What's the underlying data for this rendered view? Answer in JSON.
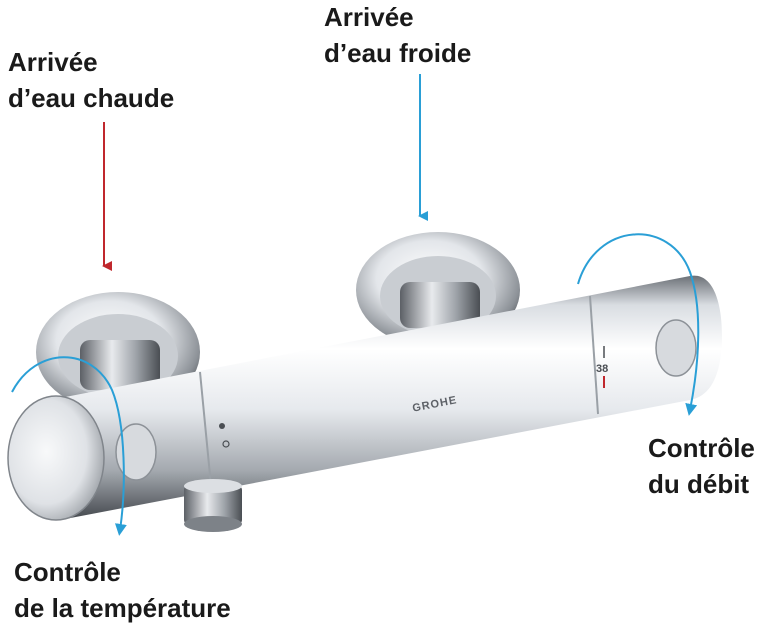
{
  "labels": {
    "hot_water": {
      "line1": "Arrivée",
      "line2": "d’eau chaude"
    },
    "cold_water": {
      "line1": "Arrivée",
      "line2": "d’eau froide"
    },
    "flow_control": {
      "line1": "Contrôle",
      "line2": "du débit"
    },
    "temperature_control": {
      "line1": "Contrôle",
      "line2": "de la température"
    }
  },
  "product": {
    "brand_logo": "GROHE",
    "scale_mark": "38"
  },
  "colors": {
    "hot_arrow": "#c0272d",
    "cold_arrow": "#2a9fd6",
    "chrome_light": "#f4f6f8",
    "chrome_dark": "#5d6167"
  }
}
